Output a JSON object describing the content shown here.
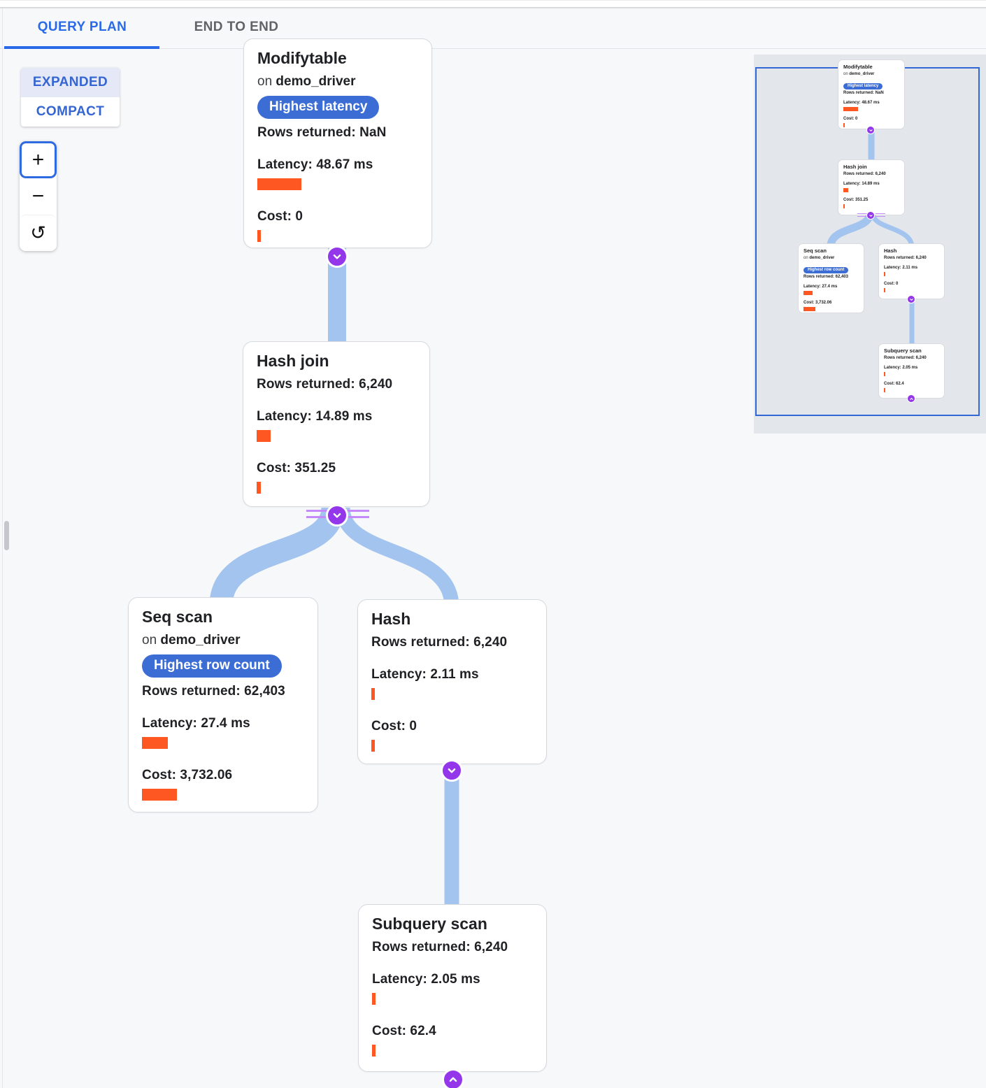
{
  "tabs": {
    "query_plan": "QUERY PLAN",
    "end_to_end": "END TO END"
  },
  "layout_toggle": {
    "expanded": "EXPANDED",
    "compact": "COMPACT"
  },
  "zoom_controls": {
    "zoom_in": "+",
    "zoom_out": "−",
    "reset": "↺"
  },
  "colors": {
    "accent_blue": "#2a6ae8",
    "chip_blue": "#3c6dd5",
    "bar_orange": "#ff5722",
    "edge_blue": "#a4c4f0",
    "toggle_purple": "#9437eb",
    "stripe_purple": "#c58af9",
    "minimap_border": "#3367d6"
  },
  "nodes": {
    "modifytable": {
      "title": "Modifytable",
      "on_prefix": "on",
      "table": "demo_driver",
      "badge": "Highest latency",
      "rows": "Rows returned: NaN",
      "latency": "Latency: 48.67 ms",
      "cost": "Cost: 0",
      "latency_bar": 63,
      "cost_bar": 5
    },
    "hash_join": {
      "title": "Hash join",
      "rows": "Rows returned: 6,240",
      "latency": "Latency: 14.89 ms",
      "cost": "Cost: 351.25",
      "latency_bar": 20,
      "cost_bar": 6
    },
    "seq_scan": {
      "title": "Seq scan",
      "on_prefix": "on",
      "table": "demo_driver",
      "badge": "Highest row count",
      "rows": "Rows returned: 62,403",
      "latency": "Latency: 27.4 ms",
      "cost": "Cost: 3,732.06",
      "latency_bar": 37,
      "cost_bar": 50
    },
    "hash": {
      "title": "Hash",
      "rows": "Rows returned: 6,240",
      "latency": "Latency: 2.11 ms",
      "cost": "Cost: 0",
      "latency_bar": 5,
      "cost_bar": 5
    },
    "subquery_scan": {
      "title": "Subquery scan",
      "rows": "Rows returned: 6,240",
      "latency": "Latency: 2.05 ms",
      "cost": "Cost: 62.4",
      "latency_bar": 5,
      "cost_bar": 5
    }
  }
}
